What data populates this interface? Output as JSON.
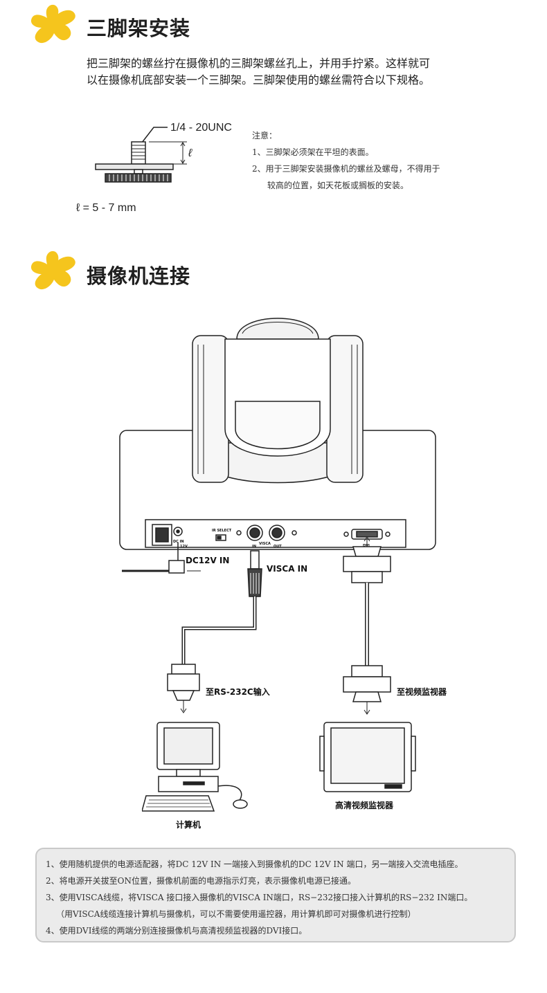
{
  "tripod": {
    "title": "三脚架安装",
    "intro_line1": "把三脚架的螺丝拧在摄像机的三脚架螺丝孔上，并用手拧紧。这样就可",
    "intro_line2": "以在摄像机底部安装一个三脚架。三脚架使用的螺丝需符合以下规格。",
    "thread_label": "1/4 - 20UNC",
    "length_symbol": "ℓ",
    "length_spec": "ℓ  = 5 - 7 mm",
    "notes_heading": "注意：",
    "note1": "1、三脚架必须架在平坦的表面。",
    "note2_line1": "2、用于三脚架安装摄像机的螺丝及螺母，不得用于",
    "note2_line2": "较高的位置，如天花板或搁板的安装。"
  },
  "connection": {
    "title": "摄像机连接",
    "panel_labels": {
      "dc_in": "DC IN",
      "dc_12v": "12V",
      "ir_select": "IR SELECT",
      "visca": "VISCA",
      "in": "IN",
      "out": "OUT",
      "dvi": "DVI"
    },
    "dc_label": "DC12V IN",
    "visca_label": "VISCA IN",
    "rs232_label": "至RS-232C输入",
    "monitor_label": "至视频监视器",
    "computer_caption": "计算机",
    "monitor_caption": "高清视频监视器"
  },
  "instructions": [
    "1、使用随机提供的电源适配器，将DC 12V IN 一端接入到摄像机的DC 12V IN 端口，另一端接入交流电插座。",
    "2、将电源开关拔至ON位置，摄像机前面的电源指示灯亮，表示摄像机电源已接通。",
    "3、使用VISCA线缆，将VISCA 接口接入摄像机的VISCA IN端口，RS−232接口接入计算机的RS−232 IN端口。",
    "（用VISCA线缆连接计算机与摄像机，可以不需要使用遥控器，用计算机即可对摄像机进行控制）",
    "4、使用DVI线缆的两端分别连接摄像机与高清视频监视器的DVI接口。"
  ],
  "colors": {
    "accent_yellow": "#f5c51d",
    "panel_bg": "#ebebeb",
    "panel_border": "#c9c9c9",
    "line": "#222222"
  }
}
